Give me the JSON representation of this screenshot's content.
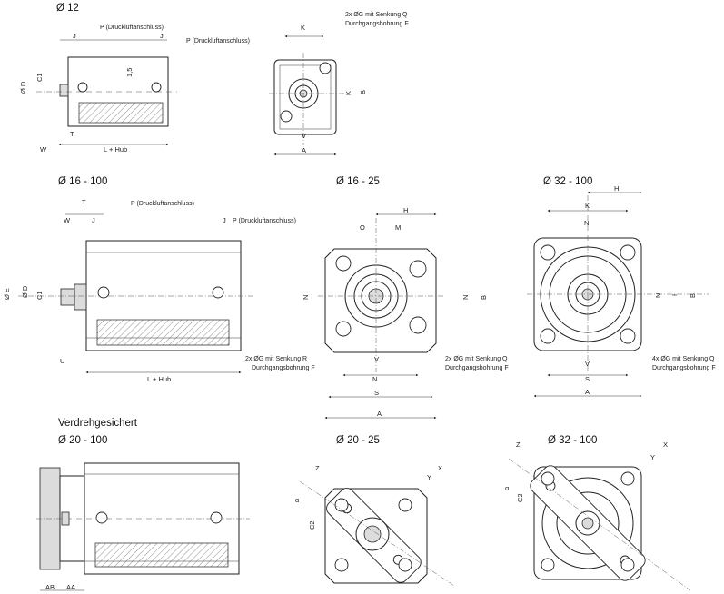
{
  "sections": {
    "d12": "Ø 12",
    "d16_100_side": "Ø 16 - 100",
    "d16_25_front": "Ø 16 - 25",
    "d32_100_front": "Ø 32 - 100",
    "verdrehgesichert": "Verdrehgesichert",
    "d20_100_side": "Ø 20 - 100",
    "d20_25_front": "Ø 20 - 25",
    "d32_100_rot": "Ø 32 - 100"
  },
  "notes": {
    "p_port": "P (Druckluftanschluss)",
    "g_q_line1": "2x ØG mit Senkung Q",
    "g_q_line2": "Durchgangsbohrung F",
    "g_r_line1": "2x ØG mit Senkung R",
    "g_r_line2": "Durchgangsbohrung F",
    "g4_q_line1": "4x ØG mit Senkung Q",
    "g4_q_line2": "Durchgangsbohrung F"
  },
  "dims": {
    "J": "J",
    "W": "W",
    "T": "T",
    "L_hub": "L + Hub",
    "C1": "C1",
    "D": "Ø D",
    "E": "Ø E",
    "d15": "1,5",
    "K": "K",
    "B": "B",
    "V": "V",
    "A": "A",
    "U": "U",
    "H": "H",
    "O": "O",
    "M": "M",
    "N": "N",
    "S": "S",
    "I": "I",
    "AB": "AB",
    "AA": "AA",
    "Z": "Z",
    "X": "X",
    "Y": "Y",
    "C2": "C2",
    "alpha": "α"
  }
}
